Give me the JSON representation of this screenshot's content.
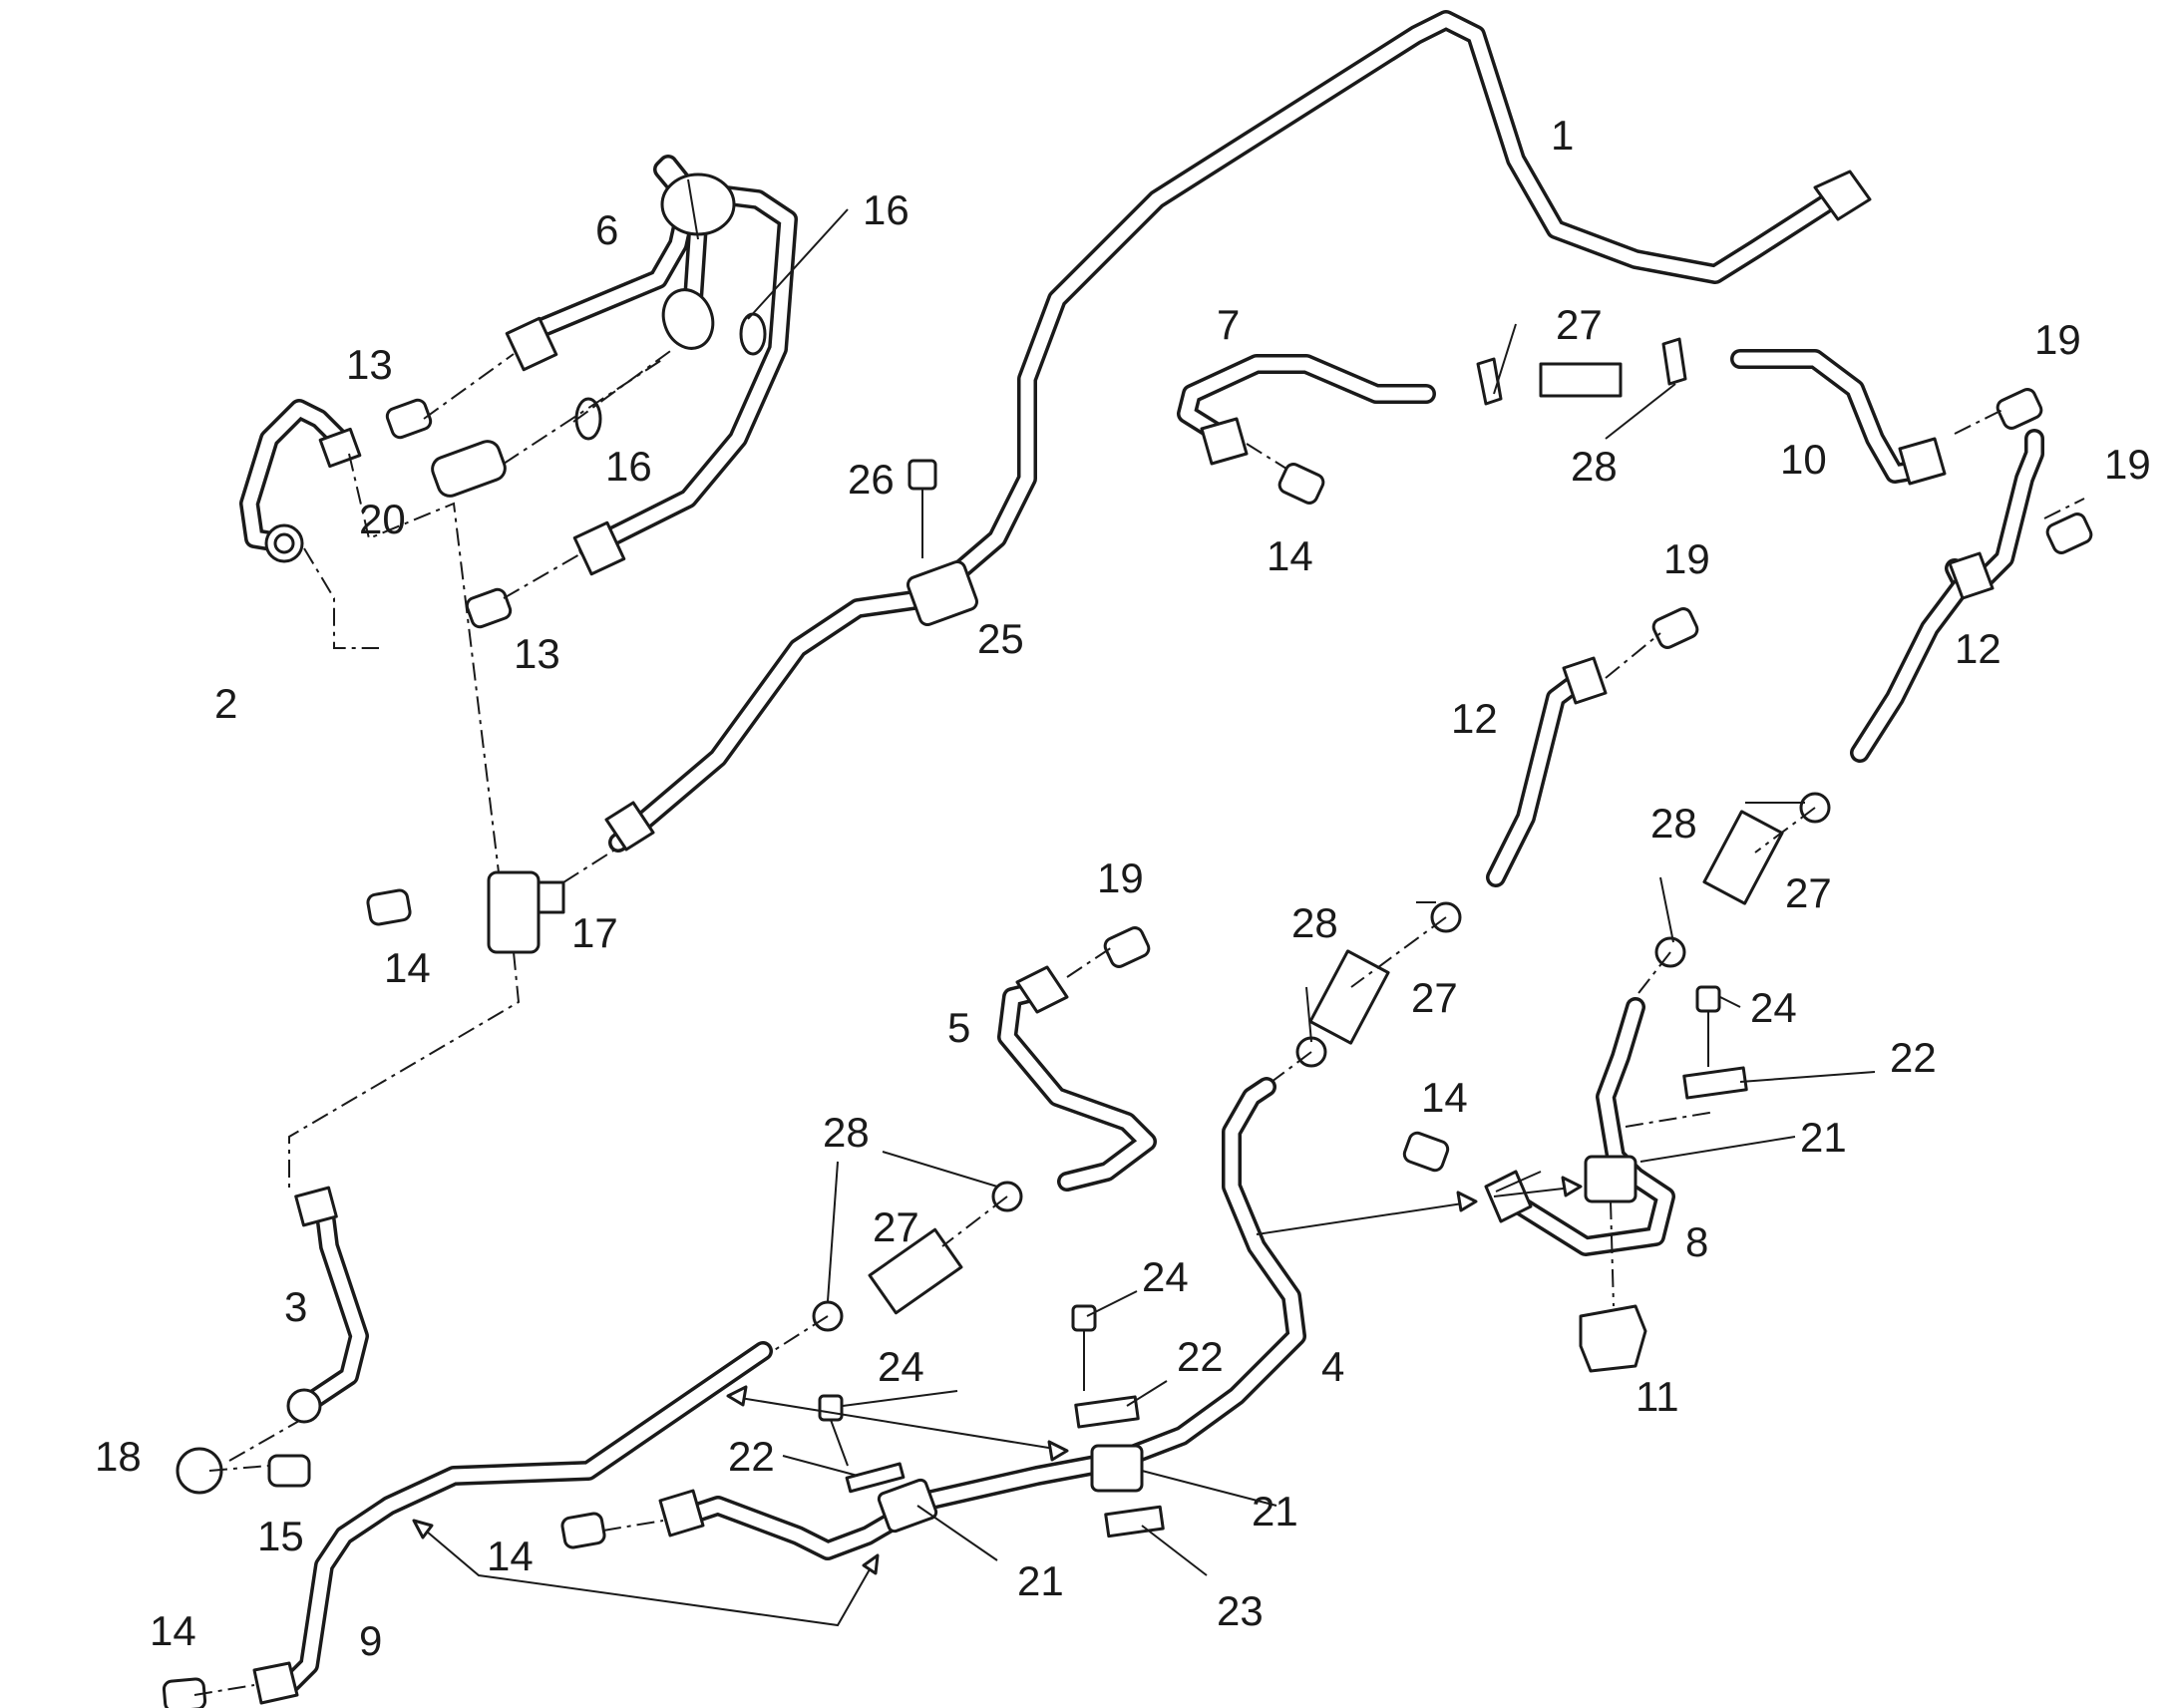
{
  "callouts": [
    {
      "id": "c1",
      "text": "1"
    },
    {
      "id": "c2",
      "text": "2"
    },
    {
      "id": "c3",
      "text": "3"
    },
    {
      "id": "c4",
      "text": "4"
    },
    {
      "id": "c5",
      "text": "5"
    },
    {
      "id": "c6",
      "text": "6"
    },
    {
      "id": "c7",
      "text": "7"
    },
    {
      "id": "c8",
      "text": "8"
    },
    {
      "id": "c9",
      "text": "9"
    },
    {
      "id": "c10",
      "text": "10"
    },
    {
      "id": "c11",
      "text": "11"
    },
    {
      "id": "c12a",
      "text": "12"
    },
    {
      "id": "c12b",
      "text": "12"
    },
    {
      "id": "c13a",
      "text": "13"
    },
    {
      "id": "c13b",
      "text": "13"
    },
    {
      "id": "c14a",
      "text": "14"
    },
    {
      "id": "c14b",
      "text": "14"
    },
    {
      "id": "c14c",
      "text": "14"
    },
    {
      "id": "c14d",
      "text": "14"
    },
    {
      "id": "c14e",
      "text": "14"
    },
    {
      "id": "c15",
      "text": "15"
    },
    {
      "id": "c16a",
      "text": "16"
    },
    {
      "id": "c16b",
      "text": "16"
    },
    {
      "id": "c17",
      "text": "17"
    },
    {
      "id": "c18",
      "text": "18"
    },
    {
      "id": "c19a",
      "text": "19"
    },
    {
      "id": "c19b",
      "text": "19"
    },
    {
      "id": "c19c",
      "text": "19"
    },
    {
      "id": "c19d",
      "text": "19"
    },
    {
      "id": "c20",
      "text": "20"
    },
    {
      "id": "c21a",
      "text": "21"
    },
    {
      "id": "c21b",
      "text": "21"
    },
    {
      "id": "c21c",
      "text": "21"
    },
    {
      "id": "c22a",
      "text": "22"
    },
    {
      "id": "c22b",
      "text": "22"
    },
    {
      "id": "c22c",
      "text": "22"
    },
    {
      "id": "c23",
      "text": "23"
    },
    {
      "id": "c24a",
      "text": "24"
    },
    {
      "id": "c24b",
      "text": "24"
    },
    {
      "id": "c24c",
      "text": "24"
    },
    {
      "id": "c25",
      "text": "25"
    },
    {
      "id": "c26",
      "text": "26"
    },
    {
      "id": "c27a",
      "text": "27"
    },
    {
      "id": "c27b",
      "text": "27"
    },
    {
      "id": "c27c",
      "text": "27"
    },
    {
      "id": "c27d",
      "text": "27"
    },
    {
      "id": "c28a",
      "text": "28"
    },
    {
      "id": "c28b",
      "text": "28"
    },
    {
      "id": "c28c",
      "text": "28"
    },
    {
      "id": "c28d",
      "text": "28"
    }
  ]
}
